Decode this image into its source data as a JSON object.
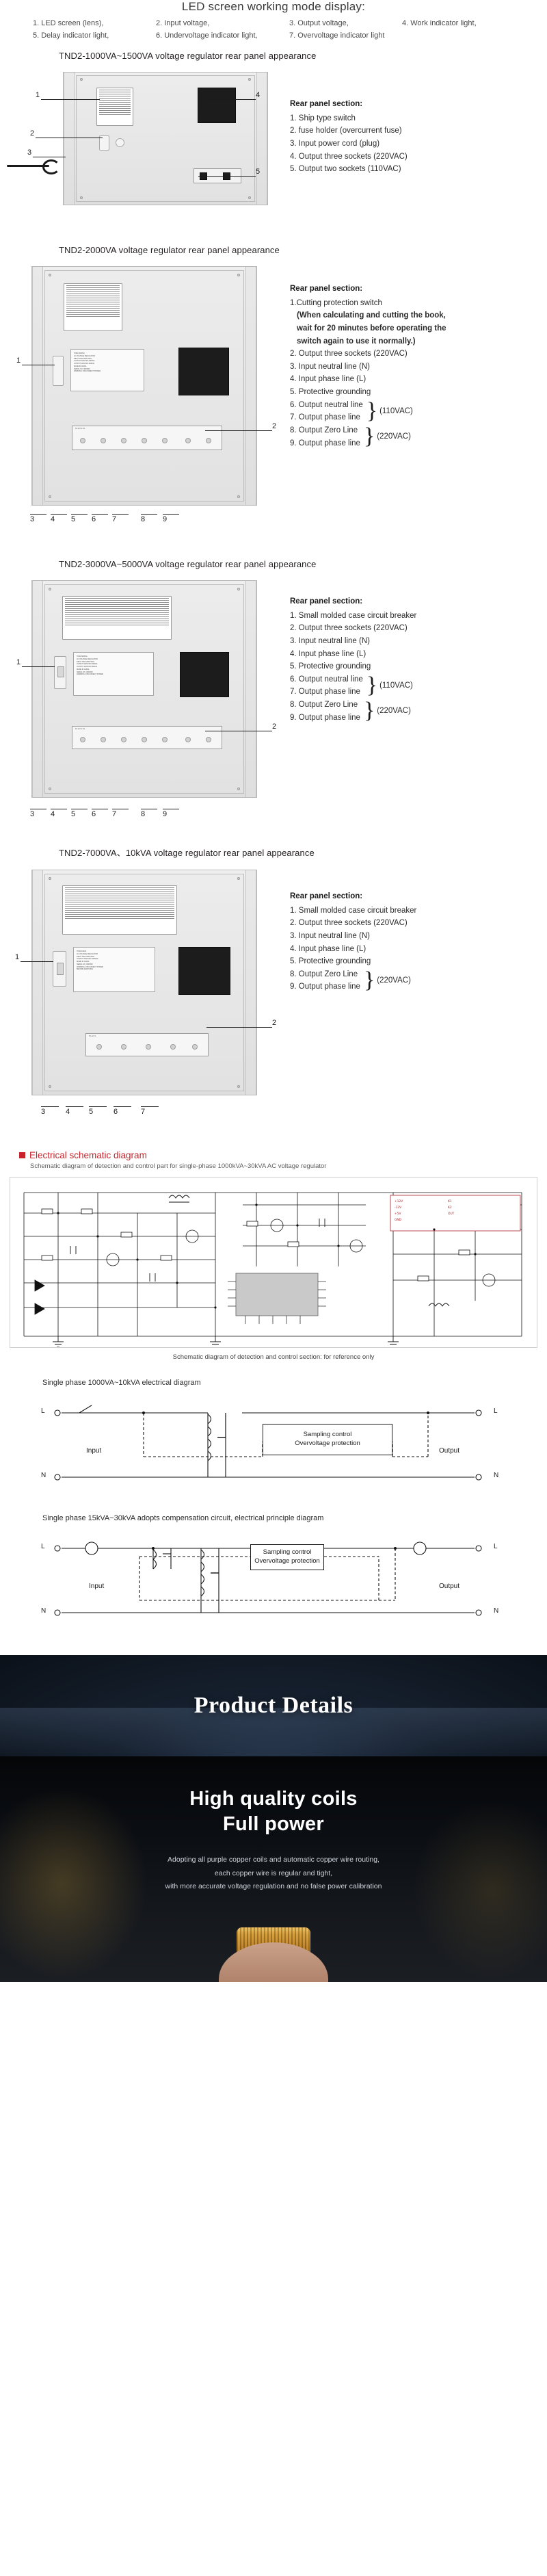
{
  "led_legend": {
    "title": "LED screen working mode display:",
    "row1": [
      "1. LED screen (lens),",
      "2. Input voltage,",
      "3. Output voltage,",
      "4. Work indicator light,"
    ],
    "row2": [
      "5. Delay indicator light,",
      "6. Undervoltage indicator light,",
      "7. Overvoltage indicator light"
    ]
  },
  "blocks": [
    {
      "title": "TND2-1000VA~1500VA voltage regulator rear panel appearance",
      "spec_head": "Rear panel section:",
      "items": [
        "1. Ship type switch",
        "2. fuse holder (overcurrent fuse)",
        "3. Input power cord (plug)",
        "4. Output three sockets (220VAC)",
        "5. Output two sockets (110VAC)"
      ],
      "callouts": [
        "1",
        "2",
        "3",
        "4",
        "5"
      ]
    },
    {
      "title": "TND2-2000VA voltage regulator rear panel appearance",
      "spec_head": "Rear panel section:",
      "item1": "1.Cutting protection switch",
      "item1_note": "(When calculating and cutting the book, wait for 20 minutes before operating the switch again to use it normally.)",
      "items": [
        "2. Output three sockets (220VAC)",
        "3. Input neutral line (N)",
        "4. Input phase line (L)",
        "5. Protective grounding"
      ],
      "brace_a": {
        "lines": [
          "6. Output neutral line",
          "7. Output phase line"
        ],
        "label": "(110VAC)"
      },
      "brace_b": {
        "lines": [
          "8. Output Zero Line",
          "9. Output phase line"
        ],
        "label": "(220VAC)"
      },
      "callouts": [
        "1",
        "2",
        "3",
        "4",
        "5",
        "6",
        "7",
        "8",
        "9"
      ]
    },
    {
      "title": "TND2-3000VA~5000VA voltage regulator rear panel appearance",
      "spec_head": "Rear panel section:",
      "items": [
        "1. Small molded case circuit breaker",
        "2. Output three sockets (220VAC)",
        "3. Input neutral line (N)",
        "4. Input phase line (L)",
        "5. Protective grounding"
      ],
      "brace_a": {
        "lines": [
          "6. Output neutral line",
          "7. Output phase line"
        ],
        "label": "(110VAC)"
      },
      "brace_b": {
        "lines": [
          "8. Output Zero Line",
          "9. Output phase line"
        ],
        "label": "(220VAC)"
      },
      "callouts": [
        "1",
        "2",
        "3",
        "4",
        "5",
        "6",
        "7",
        "8",
        "9"
      ]
    },
    {
      "title": "TND2-7000VA、10kVA voltage regulator rear panel appearance",
      "spec_head": "Rear panel section:",
      "items": [
        "1. Small molded case circuit breaker",
        "2. Output three sockets (220VAC)",
        "3. Input neutral line (N)",
        "4. Input phase line (L)",
        "5. Protective grounding"
      ],
      "brace_b": {
        "lines": [
          "8. Output Zero Line",
          "9. Output phase line"
        ],
        "label": "(220VAC)"
      },
      "callouts": [
        "1",
        "2",
        "3",
        "4",
        "5",
        "6",
        "7"
      ]
    }
  ],
  "schematic": {
    "heading": "Electrical schematic diagram",
    "subheading": "Schematic diagram of detection and control part for single-phase 1000kVA~30kVA AC voltage regulator",
    "caption": "Schematic diagram of detection and control section: for reference only"
  },
  "single_phase_1": {
    "title": "Single phase 1000VA~10kVA electrical diagram",
    "L": "L",
    "N": "N",
    "input": "Input",
    "output": "Output",
    "ctrl_line1": "Sampling control",
    "ctrl_line2": "Overvoltage protection"
  },
  "single_phase_2": {
    "title": "Single phase 15kVA~30kVA adopts compensation circuit, electrical principle diagram",
    "L": "L",
    "N": "N",
    "input": "Input",
    "output": "Output",
    "ctrl_line1": "Sampling control",
    "ctrl_line2": "Overvoltage protection"
  },
  "banner": {
    "title": "Product Details"
  },
  "coils": {
    "heading_line1": "High quality coils",
    "heading_line2": "Full power",
    "desc_line1": "Adopting all purple copper coils and automatic copper wire routing,",
    "desc_line2": "each copper wire is regular and tight,",
    "desc_line3": "with more accurate voltage regulation and no false power calibration"
  },
  "colors": {
    "accent_red": "#c8232c",
    "banner_dark": "#0b1119",
    "copper": "#b7791f"
  }
}
